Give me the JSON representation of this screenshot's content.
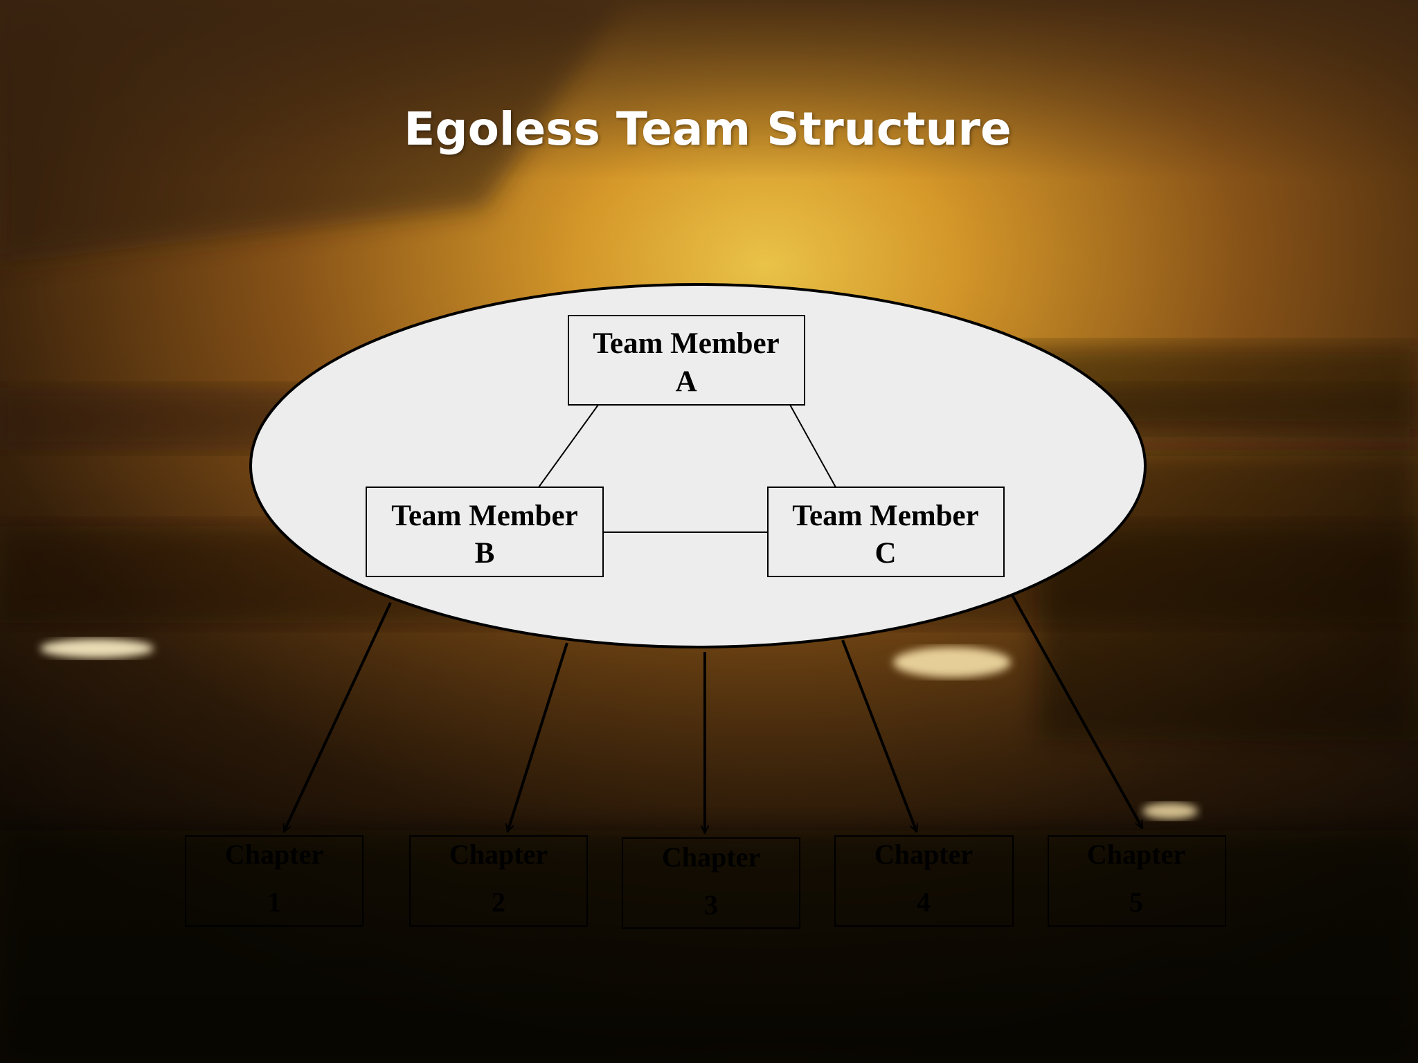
{
  "slide": {
    "title": "Egoless Team Structure"
  },
  "team": {
    "members": [
      {
        "line1": "Team Member",
        "line2": "A"
      },
      {
        "line1": "Team Member",
        "line2": "B"
      },
      {
        "line1": "Team Member",
        "line2": "C"
      }
    ]
  },
  "chapters": [
    {
      "line1": "Chapter",
      "line2": "1"
    },
    {
      "line1": "Chapter",
      "line2": "2"
    },
    {
      "line1": "Chapter",
      "line2": "3"
    },
    {
      "line1": "Chapter",
      "line2": "4"
    },
    {
      "line1": "Chapter",
      "line2": "5"
    }
  ],
  "colors": {
    "ellipse_fill": "#ededee",
    "box_fill": "#ededee",
    "stroke": "#000000",
    "title": "#ffffff"
  }
}
